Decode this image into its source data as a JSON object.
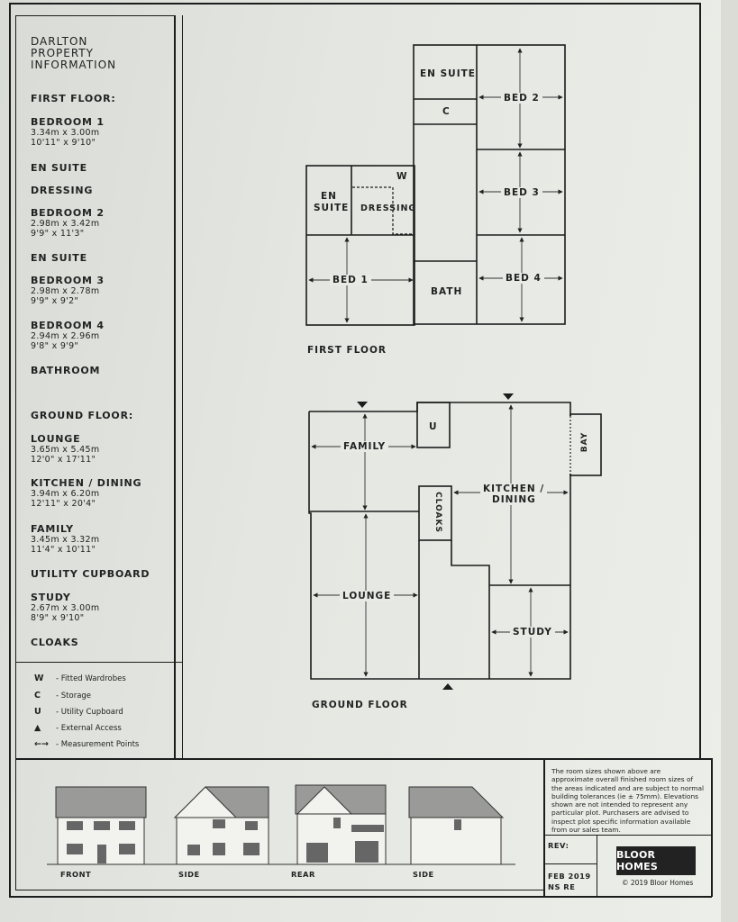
{
  "title": "DARLTON\nPROPERTY\nINFORMATION",
  "first_floor_heading": "FIRST FLOOR:",
  "first_floor_rooms": [
    {
      "name": "BEDROOM 1",
      "metric": "3.34m x 3.00m",
      "imperial": "10'11\" x 9'10\""
    },
    {
      "name": "EN SUITE",
      "metric": "",
      "imperial": ""
    },
    {
      "name": "DRESSING",
      "metric": "",
      "imperial": ""
    },
    {
      "name": "BEDROOM 2",
      "metric": "2.98m x 3.42m",
      "imperial": "9'9\" x 11'3\""
    },
    {
      "name": "EN SUITE",
      "metric": "",
      "imperial": ""
    },
    {
      "name": "BEDROOM 3",
      "metric": "2.98m x 2.78m",
      "imperial": "9'9\" x 9'2\""
    },
    {
      "name": "BEDROOM 4",
      "metric": "2.94m x 2.96m",
      "imperial": "9'8\" x 9'9\""
    },
    {
      "name": "BATHROOM",
      "metric": "",
      "imperial": ""
    }
  ],
  "ground_floor_heading": "GROUND FLOOR:",
  "ground_floor_rooms": [
    {
      "name": "LOUNGE",
      "metric": "3.65m x 5.45m",
      "imperial": "12'0\" x 17'11\""
    },
    {
      "name": "KITCHEN / DINING",
      "metric": "3.94m x 6.20m",
      "imperial": "12'11\" x 20'4\""
    },
    {
      "name": "FAMILY",
      "metric": "3.45m x 3.32m",
      "imperial": "11'4\" x 10'11\""
    },
    {
      "name": "UTILITY CUPBOARD",
      "metric": "",
      "imperial": ""
    },
    {
      "name": "STUDY",
      "metric": "2.67m x 3.00m",
      "imperial": "8'9\" x 9'10\""
    },
    {
      "name": "CLOAKS",
      "metric": "",
      "imperial": ""
    }
  ],
  "key": [
    {
      "symbol": "W",
      "label": "- Fitted Wardrobes"
    },
    {
      "symbol": "C",
      "label": "- Storage"
    },
    {
      "symbol": "U",
      "label": "- Utility Cupboard"
    },
    {
      "symbol": "▲",
      "label": "- External Access"
    },
    {
      "symbol": "←→",
      "label": "- Measurement Points"
    }
  ],
  "plan_labels": {
    "en_suite_top": "EN SUITE",
    "c": "C",
    "bed2": "BED 2",
    "bed3": "BED 3",
    "bed4": "BED 4",
    "w": "W",
    "en": "EN",
    "suite": "SUITE",
    "dressing": "DRESSING",
    "bed1": "BED 1",
    "bath": "BATH",
    "first_floor": "FIRST FLOOR",
    "u": "U",
    "family": "FAMILY",
    "kitchen": "KITCHEN /",
    "dining": "DINING",
    "bay": "BAY",
    "cloaks": "CLOAKS",
    "lounge": "LOUNGE",
    "study": "STUDY",
    "ground_floor": "GROUND FLOOR"
  },
  "elevations": [
    "FRONT",
    "SIDE",
    "REAR",
    "SIDE"
  ],
  "disclaimer": "The room sizes shown above are approximate overall finished room sizes of the areas indicated and are subject to normal building tolerances (ie ± 75mm). Elevations shown are not intended to represent any particular plot. Purchasers are advised to inspect plot specific information available from our sales team.",
  "rev_label": "REV:",
  "date_code": "FEB 2019",
  "ref_code": "NS RE",
  "logo": "BLOOR HOMES",
  "copyright": "© 2019 Bloor Homes"
}
